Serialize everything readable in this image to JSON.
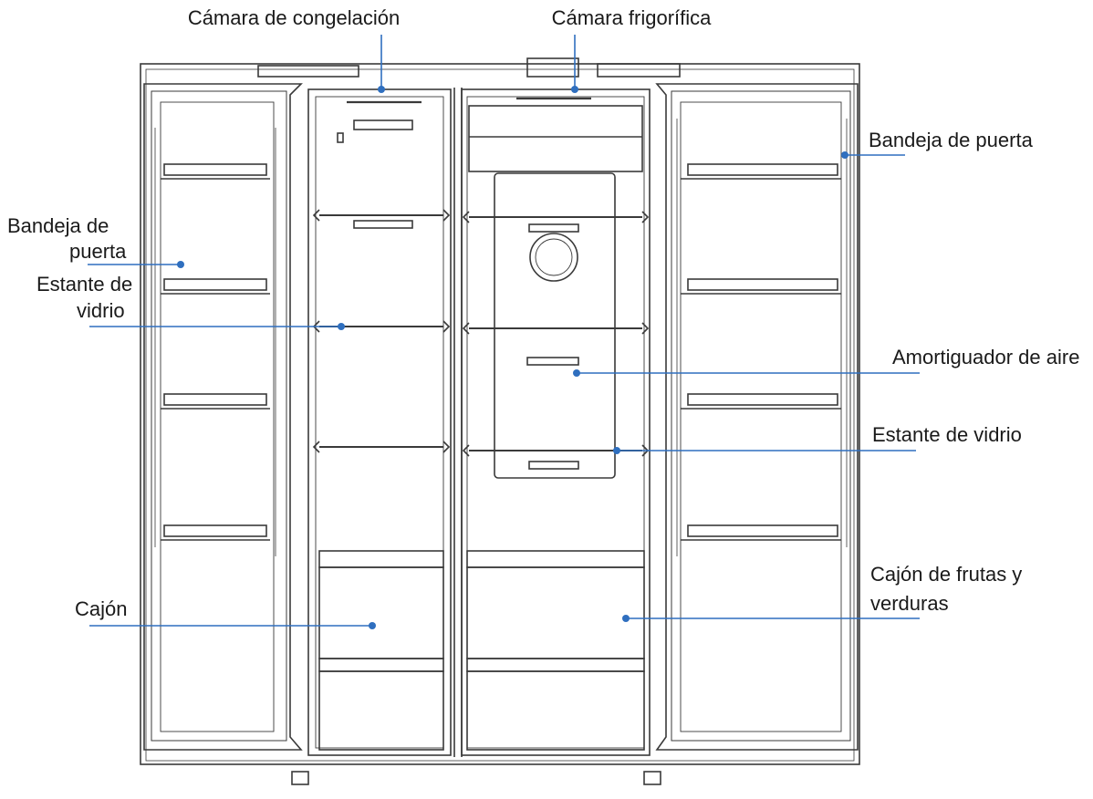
{
  "labels": {
    "freezer_compartment": "Cámara de congelación",
    "fridge_compartment": "Cámara frigorífica",
    "door_tray_right": "Bandeja de puerta",
    "door_tray_left_line1": "Bandeja de",
    "door_tray_left_line2": "puerta",
    "glass_shelf_left_line1": "Estante de",
    "glass_shelf_left_line2": "vidrio",
    "air_damper": "Amortiguador de aire",
    "glass_shelf_right": "Estante de vidrio",
    "drawer": "Cajón",
    "crisper_line1": "Cajón de frutas y",
    "crisper_line2": "verduras"
  },
  "colors": {
    "leader_line": "#2f6fbf",
    "leader_dot": "#2f6fbf",
    "drawing": "#3a3a3a",
    "text": "#1a1a1a"
  }
}
